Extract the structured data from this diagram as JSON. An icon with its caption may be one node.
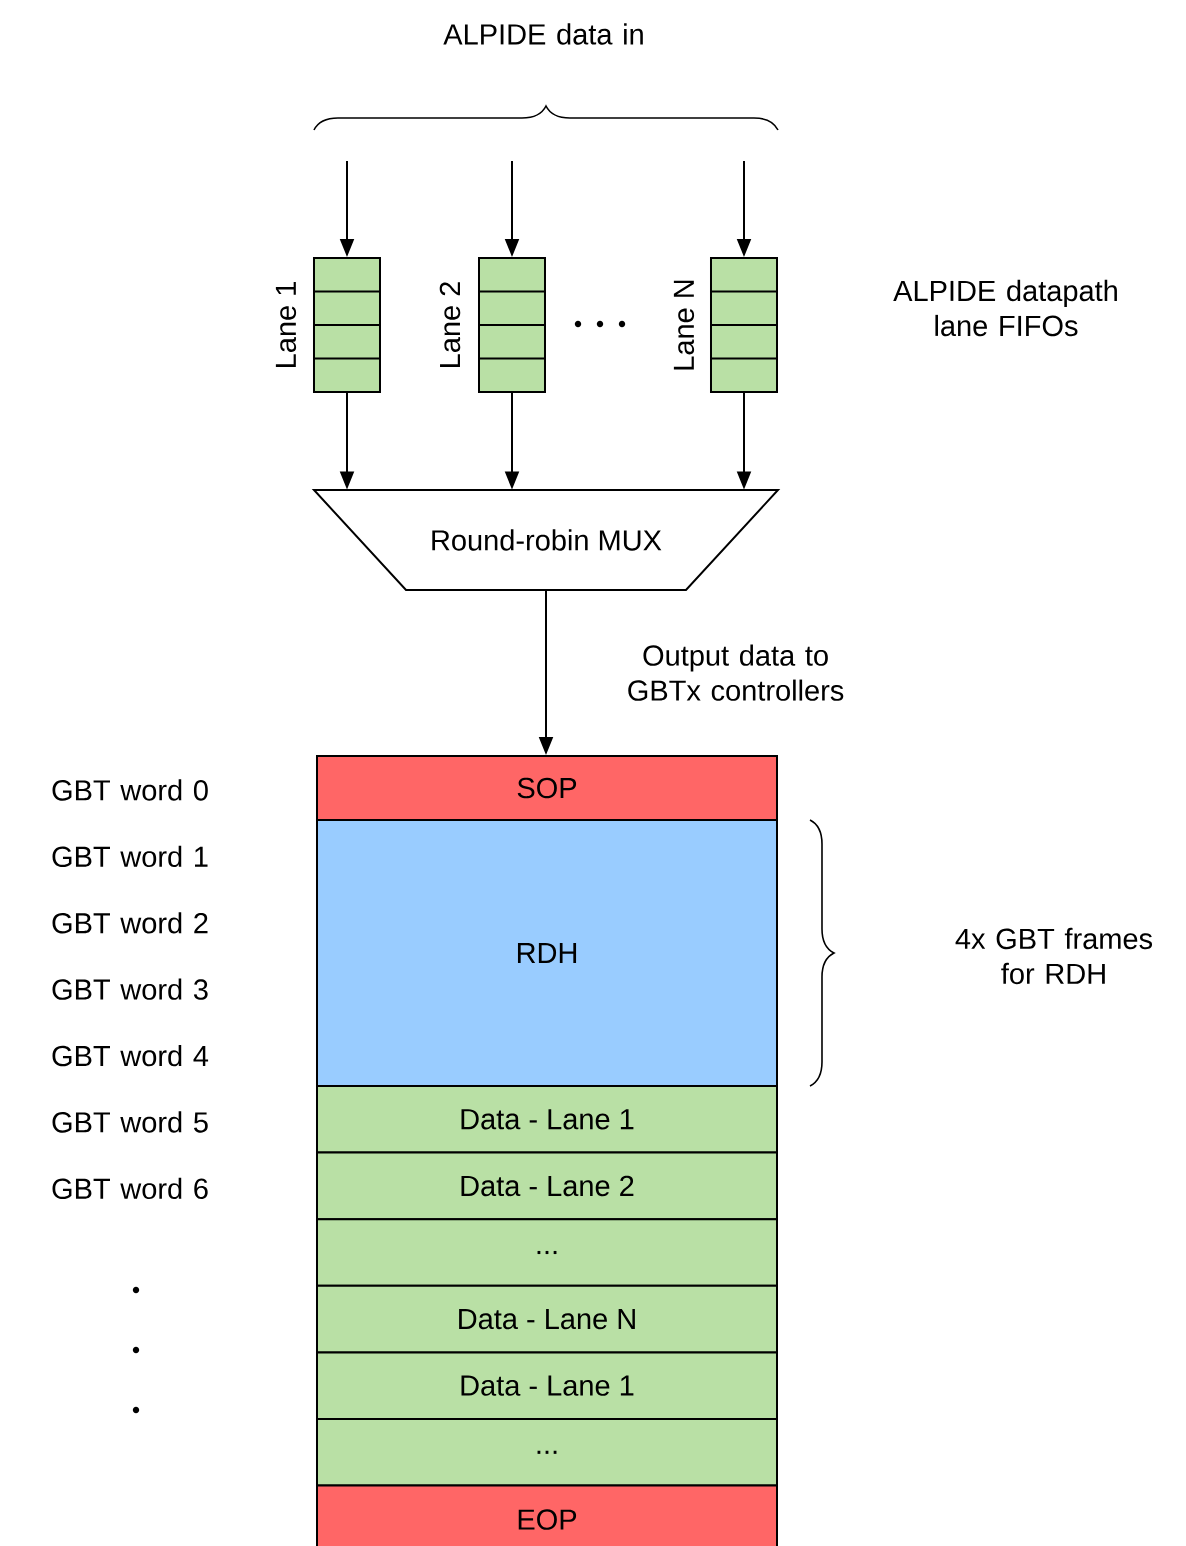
{
  "diagram": {
    "nodes": [
      {
        "text": [],
        "shape": "box",
        "beside": [
          "Lane 1"
        ]
      },
      {
        "text": [],
        "shape": "box",
        "beside": [
          "Lane 2"
        ]
      },
      {
        "text": [],
        "shape": "box",
        "beside": [
          "Lane N"
        ]
      },
      {
        "text": [
          "Round-robin MUX"
        ]
      },
      {
        "text": [
          "SOP"
        ]
      },
      {
        "text": [
          "RDH"
        ]
      },
      {
        "text": [
          "Data - Lane 1"
        ]
      },
      {
        "text": [
          "Data - Lane 2"
        ]
      },
      {
        "text": [
          "..."
        ]
      },
      {
        "text": [
          "Data - Lane N"
        ]
      },
      {
        "text": [
          "Data - Lane 1"
        ]
      },
      {
        "text": [
          "..."
        ]
      },
      {
        "text": [
          "EOP"
        ]
      }
    ],
    "edges": [
      {
        "from": null,
        "to": 0,
        "arrow": "to"
      },
      {
        "from": null,
        "to": 1,
        "arrow": "to"
      },
      {
        "from": null,
        "to": 2,
        "arrow": "to"
      },
      {
        "from": 0,
        "to": 3,
        "arrow": "to"
      },
      {
        "from": 1,
        "to": 3,
        "arrow": "to"
      },
      {
        "from": 2,
        "to": 3,
        "arrow": "to"
      },
      {
        "from": 3,
        "to": 4,
        "arrow": "to",
        "label": "Output data to GBTx controllers"
      }
    ],
    "labels": [
      "ALPIDE data in",
      "ALPIDE datapath lane FIFOs",
      "GBT word 0",
      "GBT word 1",
      "GBT word 2",
      "GBT word 3",
      "GBT word 4",
      "GBT word 5",
      "GBT word 6",
      "4x GBT frames for RDH"
    ]
  }
}
